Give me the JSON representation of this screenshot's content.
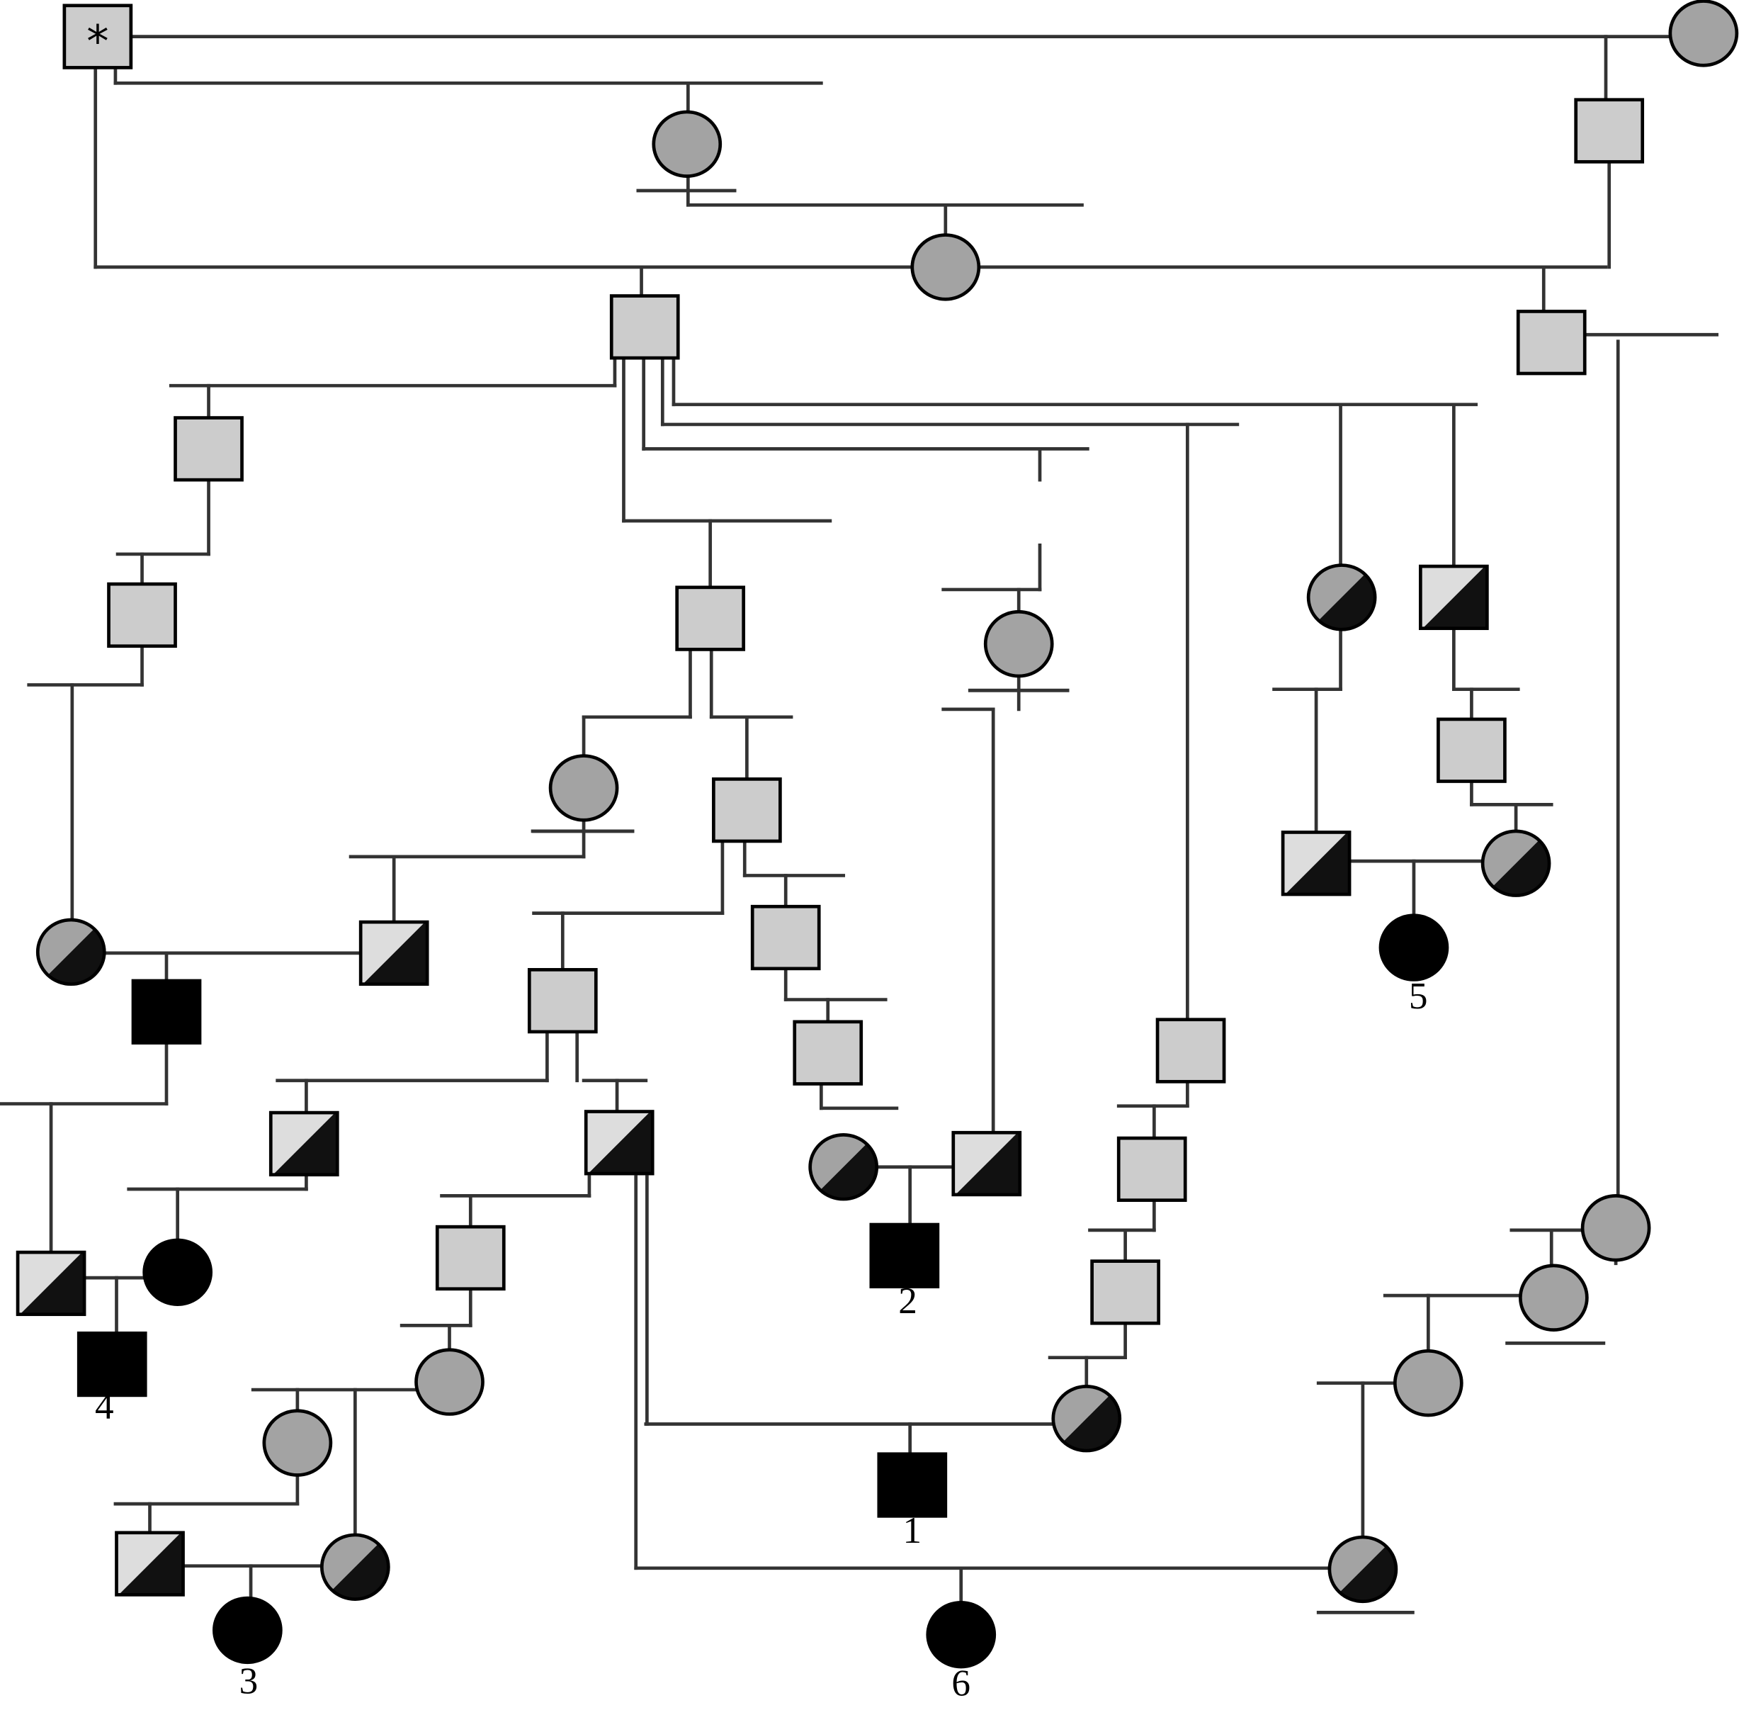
{
  "diagram": {
    "type": "pedigree",
    "legend_colors": {
      "unaffected_male": "#cccccc",
      "unaffected_female": "#a3a3a3",
      "affected": "#000000",
      "carrier_dark_half": "#111111",
      "carrier_male_light_half": "#dddddd",
      "carrier_female_light_half": "#a3a3a3",
      "line": "#333333"
    },
    "proband_marker": "*",
    "individuals": [
      {
        "id": "I1",
        "sex": "male",
        "status": "unaffected",
        "marker": "*"
      },
      {
        "id": "I2",
        "sex": "female",
        "status": "unaffected"
      },
      {
        "id": "II1",
        "sex": "female",
        "status": "unaffected"
      },
      {
        "id": "II2",
        "sex": "male",
        "status": "unaffected"
      },
      {
        "id": "II3",
        "sex": "female",
        "status": "unaffected"
      },
      {
        "id": "III1",
        "sex": "male",
        "status": "unaffected"
      },
      {
        "id": "III2",
        "sex": "male",
        "status": "unaffected"
      },
      {
        "id": "IV1",
        "sex": "male",
        "status": "unaffected"
      },
      {
        "id": "IV2",
        "sex": "male",
        "status": "unaffected"
      },
      {
        "id": "IV3",
        "sex": "male",
        "status": "unaffected"
      },
      {
        "id": "IV4",
        "sex": "female",
        "status": "unaffected"
      },
      {
        "id": "IV5",
        "sex": "male",
        "status": "unaffected"
      },
      {
        "id": "V1",
        "sex": "male",
        "status": "unaffected"
      },
      {
        "id": "V2",
        "sex": "female",
        "status": "unaffected"
      },
      {
        "id": "V3",
        "sex": "male",
        "status": "unaffected"
      },
      {
        "id": "V4",
        "sex": "male",
        "status": "unaffected"
      },
      {
        "id": "VI1",
        "sex": "female",
        "status": "carrier"
      },
      {
        "id": "VI2",
        "sex": "male",
        "status": "carrier"
      },
      {
        "id": "VI3",
        "sex": "male",
        "status": "carrier"
      },
      {
        "id": "VI4",
        "sex": "female",
        "status": "carrier"
      },
      {
        "id": "VII4",
        "sex": "female",
        "status": "affected",
        "label": "5"
      },
      {
        "id": "VII1",
        "sex": "male",
        "status": "affected"
      },
      {
        "id": "A1",
        "sex": "male",
        "status": "unaffected"
      },
      {
        "id": "A2",
        "sex": "male",
        "status": "unaffected"
      },
      {
        "id": "A3",
        "sex": "male",
        "status": "unaffected"
      },
      {
        "id": "A4",
        "sex": "male",
        "status": "unaffected"
      },
      {
        "id": "A5",
        "sex": "male",
        "status": "carrier"
      },
      {
        "id": "A6",
        "sex": "male",
        "status": "carrier"
      },
      {
        "id": "A7",
        "sex": "female",
        "status": "carrier"
      },
      {
        "id": "A8",
        "sex": "male",
        "status": "carrier"
      },
      {
        "id": "A9",
        "sex": "male",
        "status": "affected",
        "label": "2"
      },
      {
        "id": "B1",
        "sex": "male",
        "status": "carrier"
      },
      {
        "id": "B2",
        "sex": "female",
        "status": "affected"
      },
      {
        "id": "B3",
        "sex": "male",
        "status": "affected",
        "label": "4"
      },
      {
        "id": "C1",
        "sex": "male",
        "status": "unaffected"
      },
      {
        "id": "C2",
        "sex": "female",
        "status": "unaffected"
      },
      {
        "id": "C3",
        "sex": "female",
        "status": "unaffected"
      },
      {
        "id": "C4",
        "sex": "male",
        "status": "carrier"
      },
      {
        "id": "C5",
        "sex": "female",
        "status": "carrier"
      },
      {
        "id": "C6",
        "sex": "female",
        "status": "affected",
        "label": "3"
      },
      {
        "id": "D1",
        "sex": "male",
        "status": "unaffected"
      },
      {
        "id": "D2",
        "sex": "male",
        "status": "unaffected"
      },
      {
        "id": "D3",
        "sex": "male",
        "status": "unaffected"
      },
      {
        "id": "D4",
        "sex": "female",
        "status": "carrier"
      },
      {
        "id": "D5",
        "sex": "male",
        "status": "affected",
        "label": "1"
      },
      {
        "id": "E1",
        "sex": "female",
        "status": "unaffected"
      },
      {
        "id": "E2",
        "sex": "female",
        "status": "unaffected"
      },
      {
        "id": "E3",
        "sex": "female",
        "status": "unaffected"
      },
      {
        "id": "E4",
        "sex": "female",
        "status": "carrier"
      },
      {
        "id": "E5",
        "sex": "female",
        "status": "affected",
        "label": "6"
      },
      {
        "id": "F1",
        "sex": "male",
        "status": "unaffected"
      },
      {
        "id": "F2",
        "sex": "female",
        "status": "unaffected"
      },
      {
        "id": "F3",
        "sex": "male",
        "status": "unaffected"
      }
    ],
    "case_labels": [
      "1",
      "2",
      "3",
      "4",
      "5",
      "6"
    ]
  }
}
